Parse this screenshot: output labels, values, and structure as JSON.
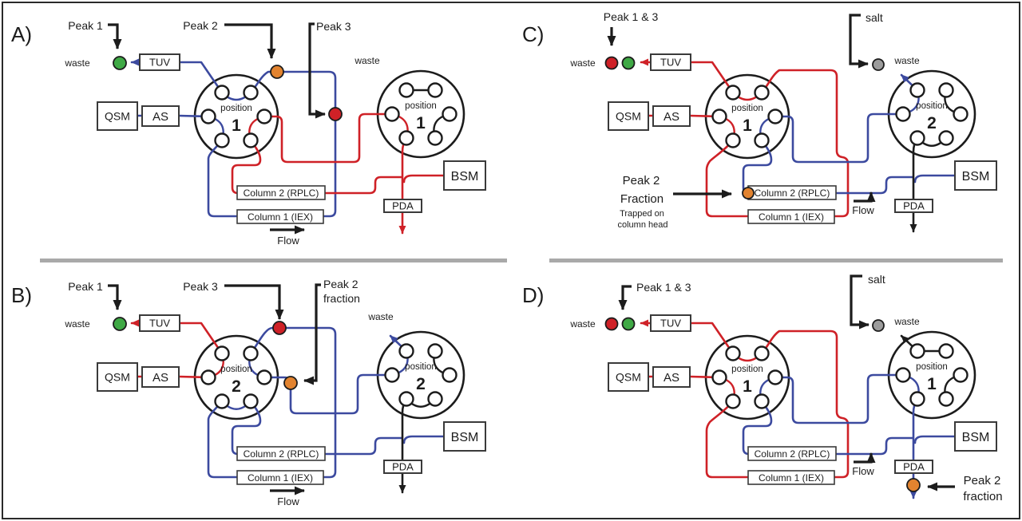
{
  "figure": {
    "background": "#ffffff",
    "frame_color": "#2a2a2a",
    "divider_color": "#a9a9a9"
  },
  "colors": {
    "red": "#cf2127",
    "blue": "#3c4a9f",
    "black": "#1c1c1c",
    "green": "#3fa945",
    "orange": "#e2832f",
    "gray": "#9c9c9c"
  },
  "boxes": {
    "qsm": "QSM",
    "as": "AS",
    "tuv": "TUV",
    "bsm": "BSM",
    "pda": "PDA",
    "column2": "Column 2 (RPLC)",
    "column1": "Column 1 (IEX)"
  },
  "valve_word": "position",
  "panels": [
    {
      "id": "A",
      "label": "A)",
      "left_valve_position": "1",
      "right_valve_position": "1",
      "annotations": {
        "peak_a": "Peak 1",
        "peak_b": "Peak 2",
        "peak_c": "Peak 3",
        "waste_left": "waste",
        "waste_right": "waste",
        "flow": "Flow"
      },
      "dots": [
        {
          "name": "peak-1-dot",
          "color": "green"
        },
        {
          "name": "peak-2-dot",
          "color": "orange"
        },
        {
          "name": "peak-3-dot",
          "color": "red"
        }
      ]
    },
    {
      "id": "B",
      "label": "B)",
      "left_valve_position": "2",
      "right_valve_position": "2",
      "annotations": {
        "peak_a": "Peak 1",
        "peak_b": "Peak 3",
        "peak_c": "Peak 2",
        "peak_c2": "fraction",
        "waste_left": "waste",
        "waste_right": "waste",
        "flow": "Flow"
      },
      "dots": [
        {
          "name": "peak-1-dot",
          "color": "green"
        },
        {
          "name": "peak-3-dot",
          "color": "red"
        },
        {
          "name": "peak-2-fraction-dot",
          "color": "orange"
        }
      ]
    },
    {
      "id": "C",
      "label": "C)",
      "left_valve_position": "1",
      "right_valve_position": "2",
      "annotations": {
        "peak_a": "Peak 1 & 3",
        "salt": "salt",
        "waste_left": "waste",
        "waste_right": "waste",
        "flow": "Flow",
        "fraction_1": "Peak 2",
        "fraction_2": "Fraction",
        "fraction_3": "Trapped on",
        "fraction_4": "column head"
      },
      "dots": [
        {
          "name": "peak-1-dot",
          "color": "red"
        },
        {
          "name": "peak-3-dot",
          "color": "green"
        },
        {
          "name": "salt-waste-dot",
          "color": "gray"
        },
        {
          "name": "peak-2-trapped-dot",
          "color": "orange"
        }
      ]
    },
    {
      "id": "D",
      "label": "D)",
      "left_valve_position": "1",
      "right_valve_position": "1",
      "annotations": {
        "peak_a": "Peak 1 & 3",
        "salt": "salt",
        "waste_left": "waste",
        "waste_right": "waste",
        "flow": "Flow",
        "fraction_1": "Peak 2",
        "fraction_2": "fraction"
      },
      "dots": [
        {
          "name": "peak-1-dot",
          "color": "red"
        },
        {
          "name": "peak-3-dot",
          "color": "green"
        },
        {
          "name": "salt-waste-dot",
          "color": "gray"
        },
        {
          "name": "peak-2-fraction-dot",
          "color": "orange"
        }
      ]
    }
  ]
}
